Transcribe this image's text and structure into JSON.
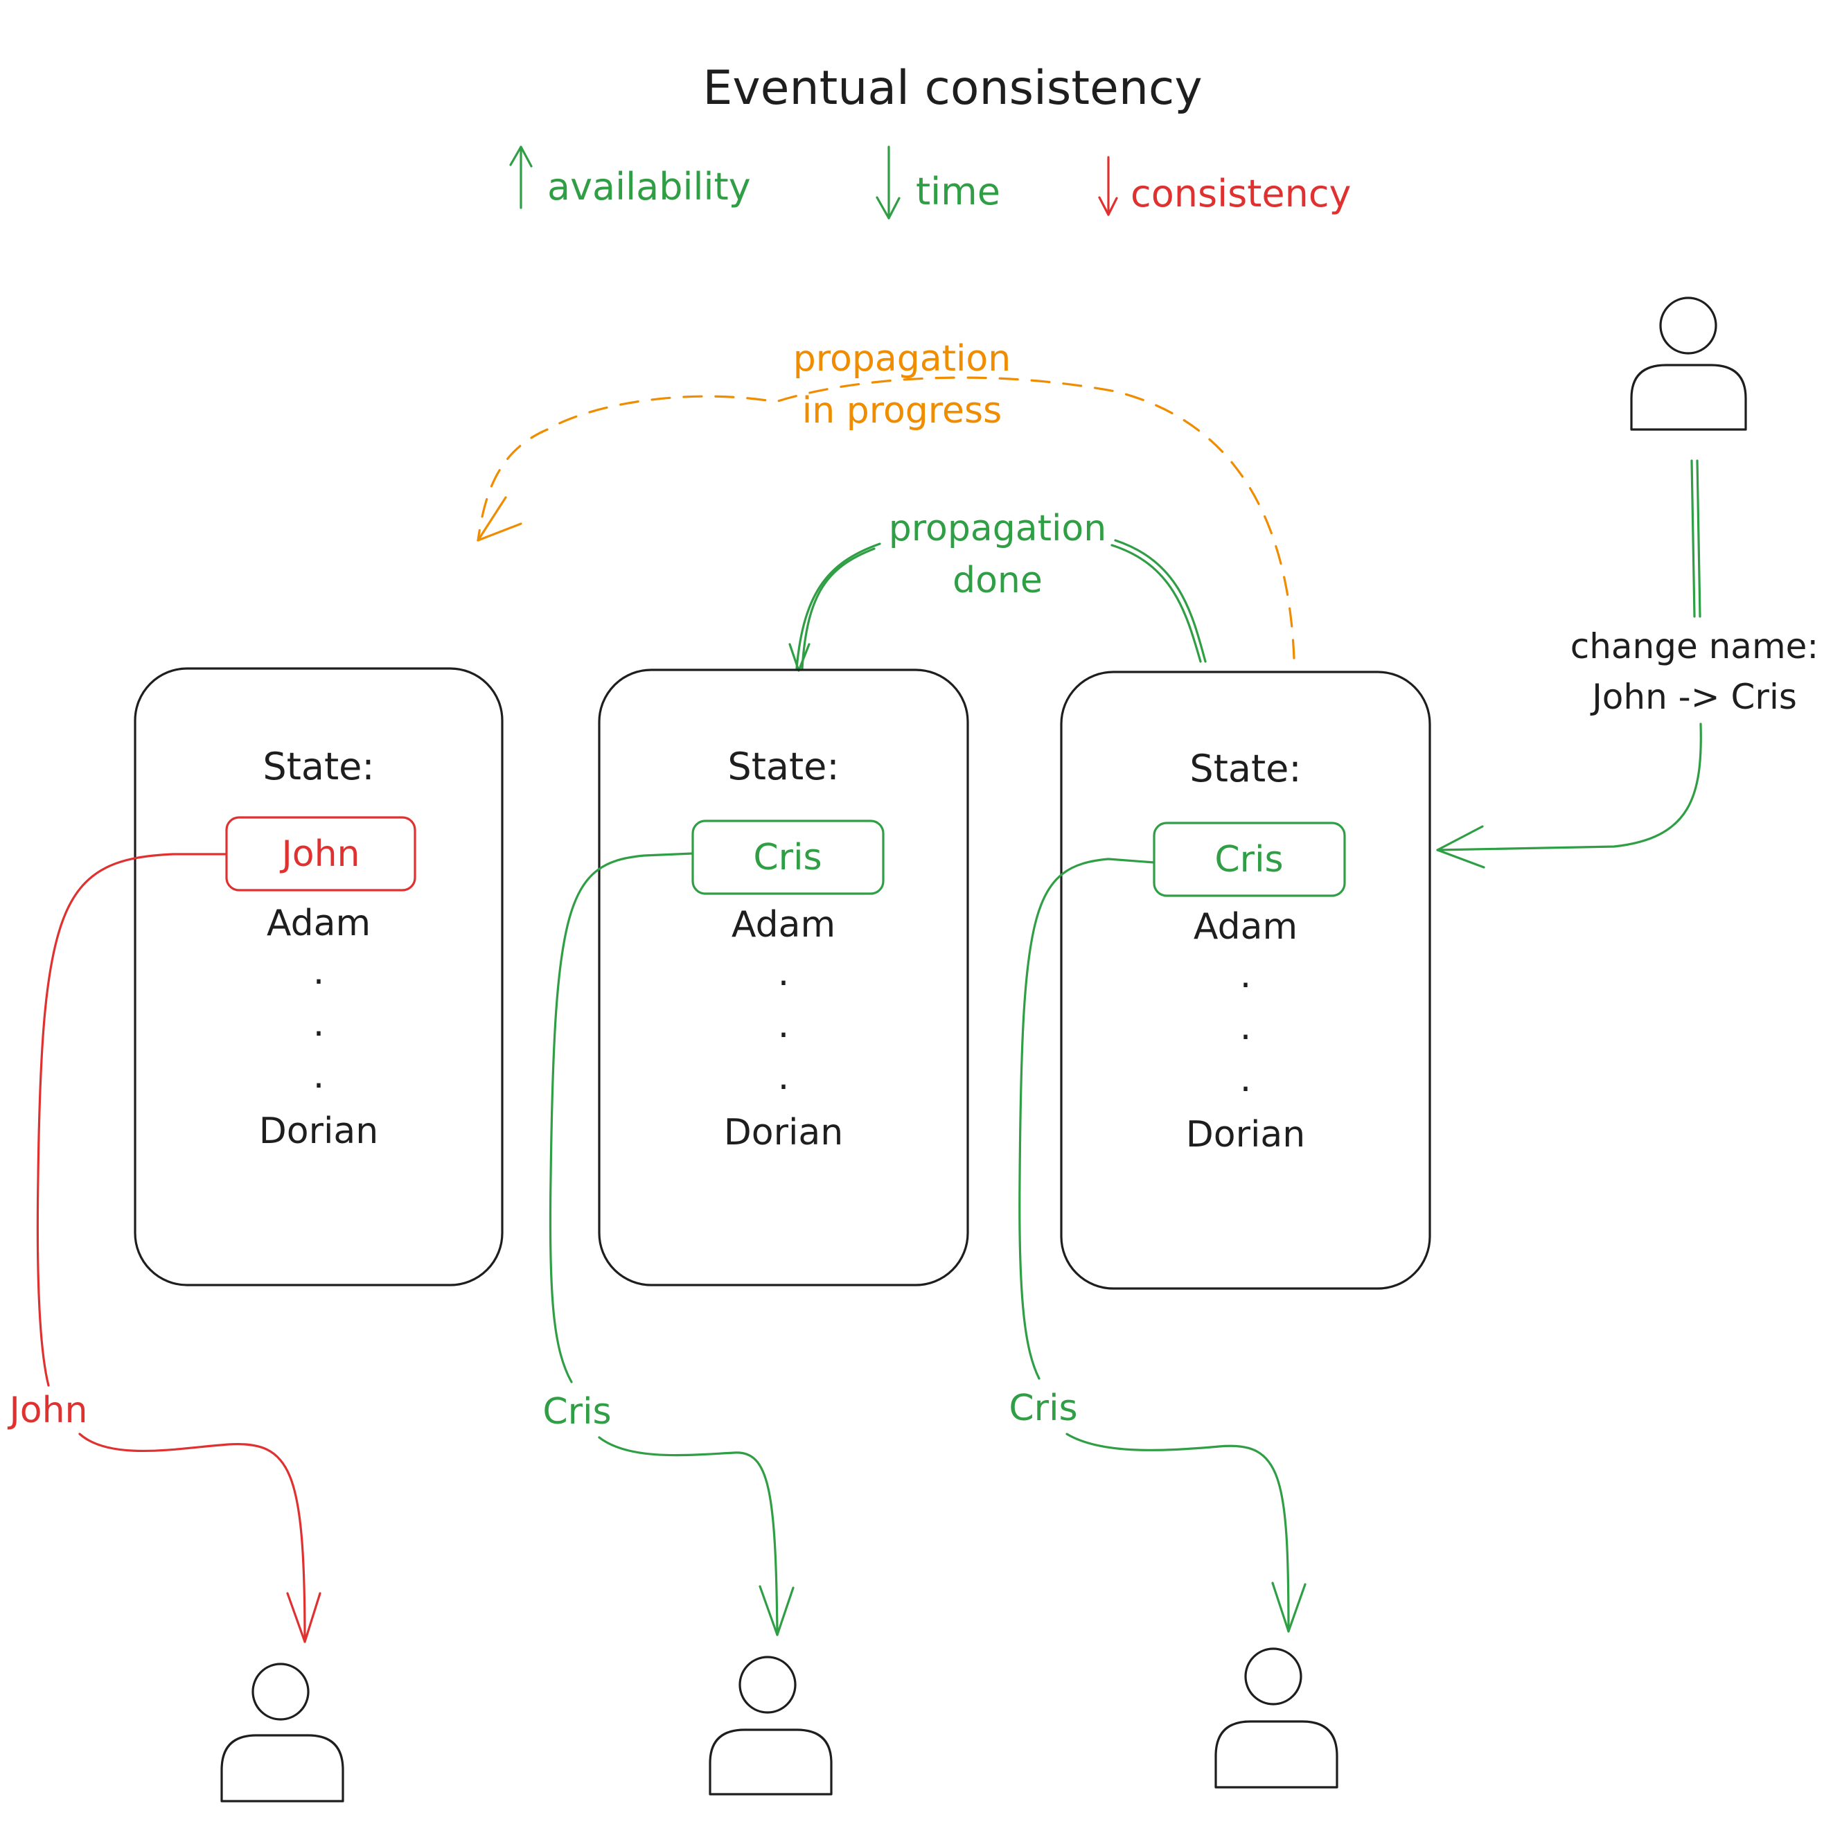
{
  "title": "Eventual consistency",
  "legend": {
    "availability": "availability",
    "time": "time",
    "consistency": "consistency"
  },
  "colors": {
    "ink": "#1e1e1e",
    "red": "#e03131",
    "green": "#2f9e44",
    "orange": "#f08c00"
  },
  "nodes": [
    {
      "state_label": "State:",
      "highlighted": "John",
      "rows": [
        "Adam",
        "Dorian"
      ],
      "dots": ".",
      "highlight_color": "red"
    },
    {
      "state_label": "State:",
      "highlighted": "Cris",
      "rows": [
        "Adam",
        "Dorian"
      ],
      "dots": ".",
      "highlight_color": "green"
    },
    {
      "state_label": "State:",
      "highlighted": "Cris",
      "rows": [
        "Adam",
        "Dorian"
      ],
      "dots": ".",
      "highlight_color": "green"
    }
  ],
  "edges": {
    "propagation_progress": [
      "propagation",
      "in progress"
    ],
    "propagation_done": [
      "propagation",
      "done"
    ],
    "change_name": [
      "change name:",
      "John -> Cris"
    ],
    "reads": [
      "John",
      "Cris",
      "Cris"
    ]
  },
  "icons": [
    "user-icon",
    "arrow-up-icon",
    "arrow-down-icon"
  ]
}
